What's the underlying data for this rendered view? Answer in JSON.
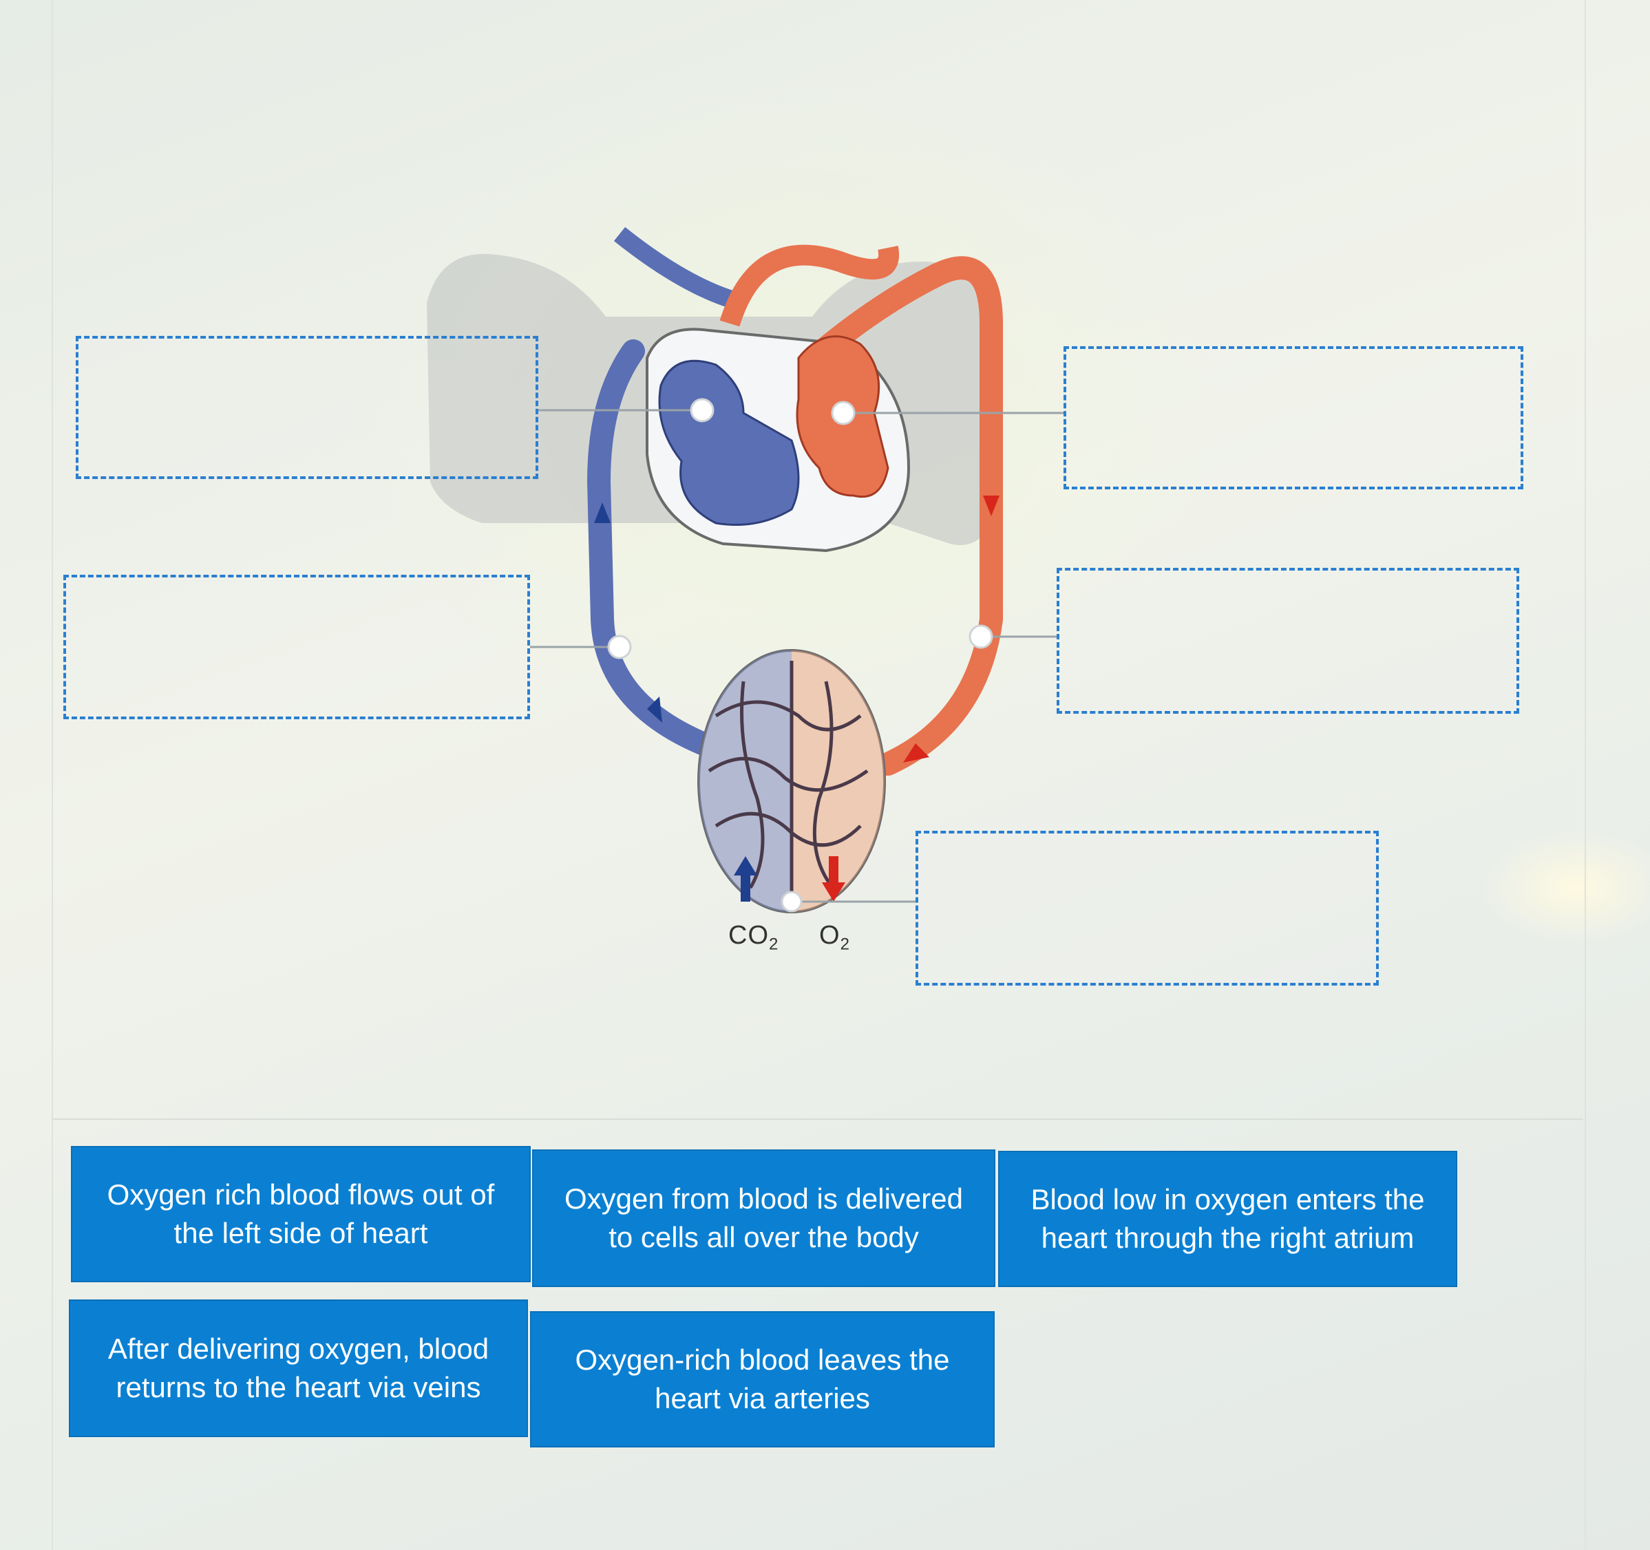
{
  "diagram": {
    "gas_labels": {
      "co2_main": "CO",
      "co2_sub": "2",
      "o2_main": "O",
      "o2_sub": "2"
    },
    "drop_targets": [
      {
        "id": "target-right-atrium",
        "value": ""
      },
      {
        "id": "target-left-heart",
        "value": ""
      },
      {
        "id": "target-veins",
        "value": ""
      },
      {
        "id": "target-arteries",
        "value": ""
      },
      {
        "id": "target-cells",
        "value": ""
      }
    ],
    "colors": {
      "deoxygenated": "#5a6fb4",
      "oxygenated": "#e8734f",
      "arrow_blue": "#1f3f8f",
      "arrow_red": "#d8261c",
      "dashed_border": "#2b7fd0"
    }
  },
  "answer_cards": [
    {
      "text": "Oxygen rich blood flows out of the left side of heart"
    },
    {
      "text": "Oxygen from blood is delivered to cells all over the body"
    },
    {
      "text": "Blood low in oxygen enters the heart through the right atrium"
    },
    {
      "text": "After delivering oxygen, blood returns to the heart via veins"
    },
    {
      "text": "Oxygen-rich blood leaves the heart via arteries"
    }
  ],
  "card_color": "#0b80d2"
}
